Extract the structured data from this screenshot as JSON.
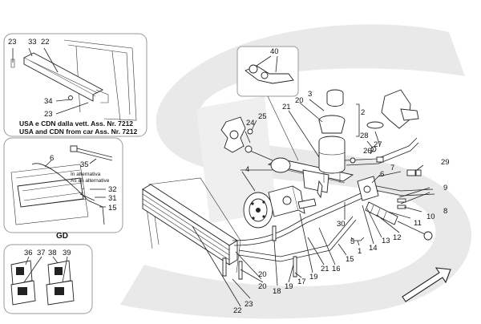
{
  "colors": {
    "watermark": "#e9e9e9",
    "line": "#222222",
    "box_border": "#999999"
  },
  "inset_top_left": {
    "caption_line1": "USA e CDN dalla vett. Ass. Nr. 7212",
    "caption_line2": "USA and CDN from car Ass. Nr. 7212",
    "labels": [
      "23",
      "33",
      "22",
      "34",
      "23"
    ]
  },
  "inset_mid_left": {
    "labels": [
      "6",
      "35",
      "32",
      "31",
      "15"
    ],
    "note_line1": "In alternativa",
    "note_line2": "As an alternative",
    "variant_label": "GD"
  },
  "inset_bottom_left": {
    "labels": [
      "36",
      "37",
      "38",
      "39"
    ]
  },
  "main_labels": {
    "n40": "40",
    "n3": "3",
    "n20a": "20",
    "n21a": "21",
    "n2": "2",
    "n25": "25",
    "n24": "24",
    "n4": "4",
    "n28": "28",
    "n26": "26",
    "n27": "27",
    "n7": "7",
    "n6": "6",
    "n29": "29",
    "n9": "9",
    "n8": "8",
    "n10": "10",
    "n11": "11",
    "n12": "12",
    "n13": "13",
    "n14": "14",
    "n1": "1",
    "n5": "5",
    "n30": "30",
    "n15": "15",
    "n16": "16",
    "n21b": "21",
    "n19a": "19",
    "n17": "17",
    "n19b": "19",
    "n18": "18",
    "n20b": "20",
    "n20c": "20",
    "n23": "23",
    "n22": "22"
  }
}
